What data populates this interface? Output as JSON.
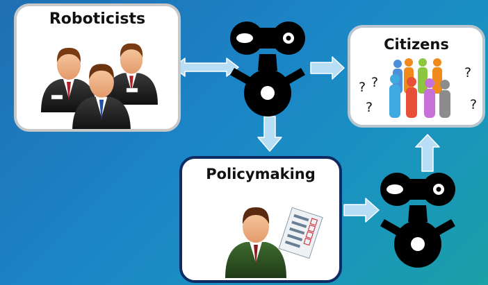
{
  "nodes": {
    "roboticists": {
      "title": "Roboticists"
    },
    "citizens": {
      "title": "Citizens",
      "question_mark": "?"
    },
    "policymaking": {
      "title": "Policymaking"
    }
  },
  "colors": {
    "background_start": "#1f6fb3",
    "background_end": "#1aa0a6",
    "arrow": "#b8def5",
    "robot": "#000000",
    "policy_border": "#0e2b63"
  },
  "icons": [
    "people-group-icon",
    "robot-icon",
    "crowd-icon",
    "businessman-icon",
    "checklist-icon",
    "arrow-icon"
  ]
}
